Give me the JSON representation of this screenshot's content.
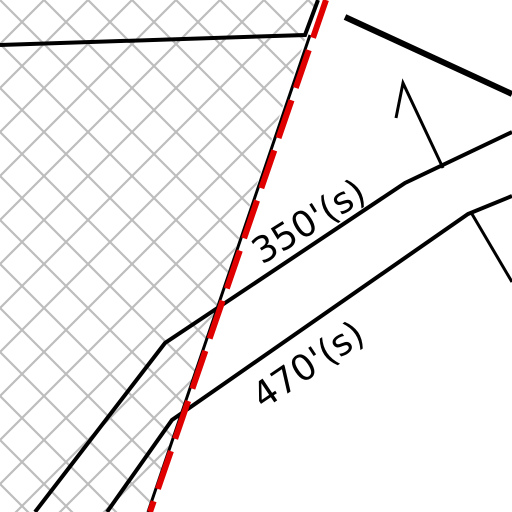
{
  "map": {
    "labels": {
      "upper": "350'(s)",
      "lower": "470'(s)"
    },
    "colors": {
      "background": "#ffffff",
      "hatch": "#bdbdbd",
      "line": "#000000",
      "boundary_dash": "#e00000"
    },
    "features": {
      "hatched_area": "crosshatch-pattern",
      "boundary": "red-dashed-line",
      "roads": "black-lines"
    }
  }
}
